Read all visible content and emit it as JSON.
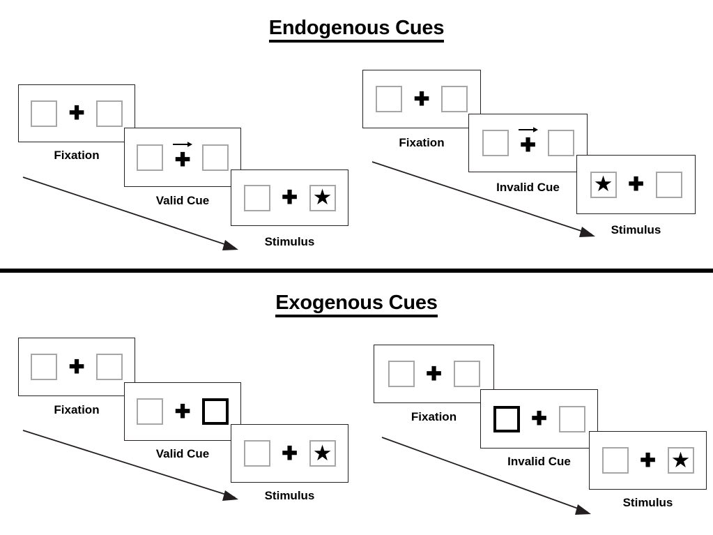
{
  "figure": {
    "title_endogenous": "Endogenous Cues",
    "title_exogenous": "Exogenous Cues"
  },
  "glyphs": {
    "fixation_cross": "✚",
    "star": "★",
    "arrow_right": "arrow-right-icon",
    "flow_arrow": "time-flow-arrow-icon"
  },
  "colors": {
    "ink": "#000000",
    "panel_border": "#231f20",
    "box_border_idle": "#a6a6a6",
    "box_border_cued": "#000000",
    "background": "#ffffff"
  },
  "sections": [
    {
      "id": "endogenous",
      "title": "Endogenous Cues",
      "sequences": [
        {
          "id": "endogenous-valid",
          "cue_type": "valid",
          "frames": [
            {
              "caption": "Fixation",
              "left_box": "empty",
              "right_box": "empty",
              "cue_arrow": false,
              "target": "none"
            },
            {
              "caption": "Valid Cue",
              "left_box": "empty",
              "right_box": "empty",
              "cue_arrow": true,
              "target": "none"
            },
            {
              "caption": "Stimulus",
              "left_box": "empty",
              "right_box": "star",
              "cue_arrow": false,
              "target": "right"
            }
          ]
        },
        {
          "id": "endogenous-invalid",
          "cue_type": "invalid",
          "frames": [
            {
              "caption": "Fixation",
              "left_box": "empty",
              "right_box": "empty",
              "cue_arrow": false,
              "target": "none"
            },
            {
              "caption": "Invalid Cue",
              "left_box": "empty",
              "right_box": "empty",
              "cue_arrow": true,
              "target": "none"
            },
            {
              "caption": "Stimulus",
              "left_box": "star",
              "right_box": "empty",
              "cue_arrow": false,
              "target": "left"
            }
          ]
        }
      ]
    },
    {
      "id": "exogenous",
      "title": "Exogenous Cues",
      "sequences": [
        {
          "id": "exogenous-valid",
          "cue_type": "valid",
          "frames": [
            {
              "caption": "Fixation",
              "left_box": "empty",
              "right_box": "empty",
              "cue_arrow": false,
              "target": "none"
            },
            {
              "caption": "Valid Cue",
              "left_box": "empty",
              "right_box": "cued",
              "cue_arrow": false,
              "target": "none"
            },
            {
              "caption": "Stimulus",
              "left_box": "empty",
              "right_box": "star",
              "cue_arrow": false,
              "target": "right"
            }
          ]
        },
        {
          "id": "exogenous-invalid",
          "cue_type": "invalid",
          "frames": [
            {
              "caption": "Fixation",
              "left_box": "empty",
              "right_box": "empty",
              "cue_arrow": false,
              "target": "none"
            },
            {
              "caption": "Invalid Cue",
              "left_box": "cued",
              "right_box": "empty",
              "cue_arrow": false,
              "target": "none"
            },
            {
              "caption": "Stimulus",
              "left_box": "empty",
              "right_box": "star",
              "cue_arrow": false,
              "target": "right"
            }
          ]
        }
      ]
    }
  ],
  "captions": {
    "fixation": "Fixation",
    "valid_cue": "Valid Cue",
    "invalid_cue": "Invalid Cue",
    "stimulus": "Stimulus"
  }
}
